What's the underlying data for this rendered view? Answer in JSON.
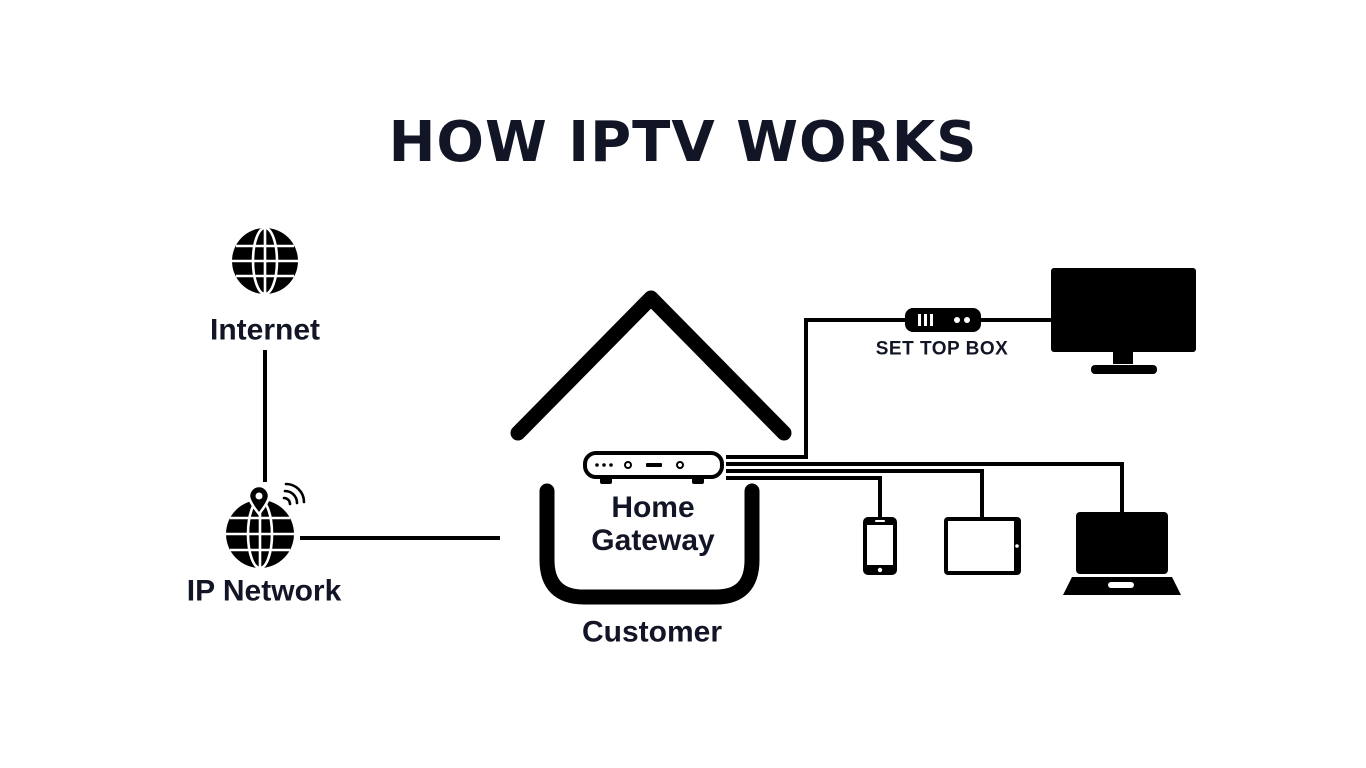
{
  "title": "HOW IPTV WORKS",
  "nodes": {
    "internet": {
      "label": "Internet",
      "icon": "globe-icon"
    },
    "ip_network": {
      "label": "IP Network",
      "icon": "globe-location-wifi-icon"
    },
    "home_gateway": {
      "label_line1": "Home",
      "label_line2": "Gateway",
      "icon": "router-icon"
    },
    "customer": {
      "label": "Customer",
      "icon": "house-icon"
    },
    "set_top_box": {
      "label": "SET TOP BOX",
      "icon": "set-top-box-icon"
    },
    "television": {
      "icon": "tv-icon"
    },
    "smartphone": {
      "icon": "smartphone-icon"
    },
    "tablet": {
      "icon": "tablet-icon"
    },
    "laptop": {
      "icon": "laptop-icon"
    }
  },
  "colors": {
    "ink": "#121525",
    "background": "#ffffff"
  }
}
